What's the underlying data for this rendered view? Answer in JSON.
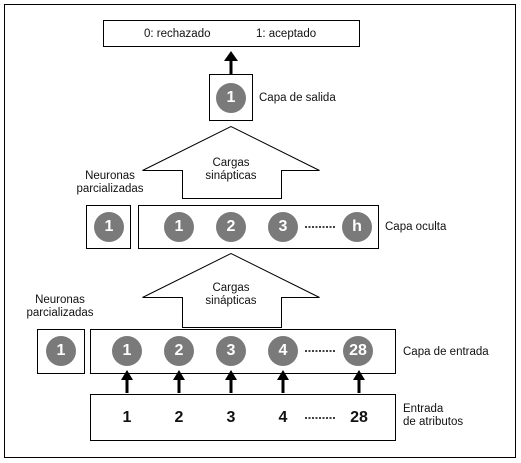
{
  "colors": {
    "node_fill": "#7a7a7a",
    "frame": "#000000"
  },
  "output": {
    "reject_label": "0: rechazado",
    "accept_label": "1: aceptado"
  },
  "output_layer": {
    "label": "Capa de salida",
    "node": "1"
  },
  "hidden_arrow": {
    "label_line1": "Cargas",
    "label_line2": "sinápticas"
  },
  "hidden_bias": {
    "label_line1": "Neuronas",
    "label_line2": "parcializadas",
    "node": "1"
  },
  "hidden_layer": {
    "label": "Capa oculta",
    "nodes": [
      "1",
      "2",
      "3",
      "h"
    ]
  },
  "input_arrow": {
    "label_line1": "Cargas",
    "label_line2": "sinápticas"
  },
  "input_bias": {
    "label_line1": "Neuronas",
    "label_line2": "parcializadas",
    "node": "1"
  },
  "input_layer": {
    "label": "Capa de entrada",
    "nodes": [
      "1",
      "2",
      "3",
      "4",
      "28"
    ]
  },
  "attributes": {
    "label_line1": "Entrada",
    "label_line2": "de atributos",
    "values": [
      "1",
      "2",
      "3",
      "4",
      "28"
    ]
  }
}
